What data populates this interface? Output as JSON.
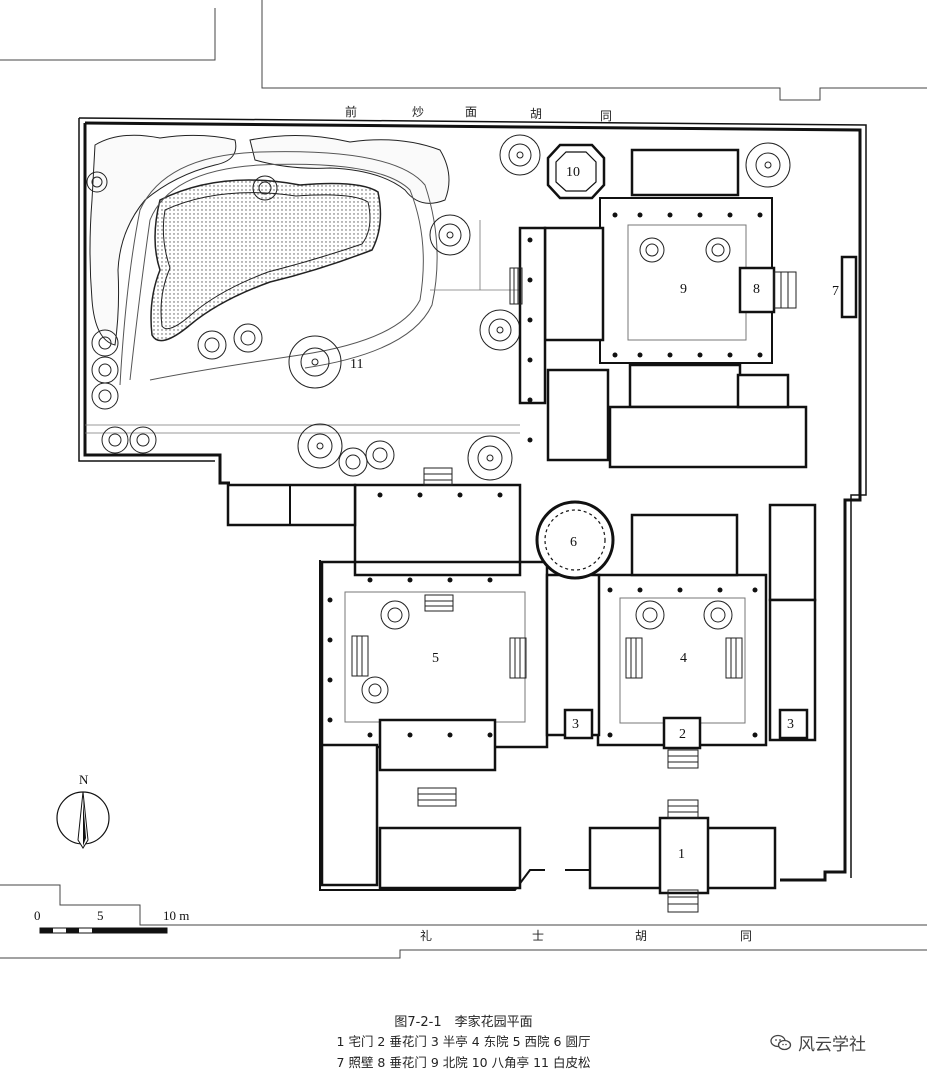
{
  "streets": {
    "north": [
      "前",
      "炒",
      "面",
      "胡",
      "同"
    ],
    "south": [
      "礼",
      "士",
      "胡",
      "同"
    ]
  },
  "labels": {
    "n1": "1",
    "n2": "2",
    "n3a": "3",
    "n3b": "3",
    "n4": "4",
    "n5": "5",
    "n6": "6",
    "n7": "7",
    "n8": "8",
    "n9": "9",
    "n10": "10",
    "n11": "11"
  },
  "compass": {
    "letter": "N"
  },
  "scale": {
    "t0": "0",
    "t5": "5",
    "t10": "10 m"
  },
  "caption": {
    "title": "图7-2-1　李家花园平面",
    "line1": "1 宅门 2 垂花门 3 半亭 4 东院 5 西院 6 圆厅",
    "line2": "7 照壁 8 垂花门 9 北院 10 八角亭 11 白皮松"
  },
  "watermark": {
    "text": "风云学社",
    "icon": "wechat-icon"
  }
}
